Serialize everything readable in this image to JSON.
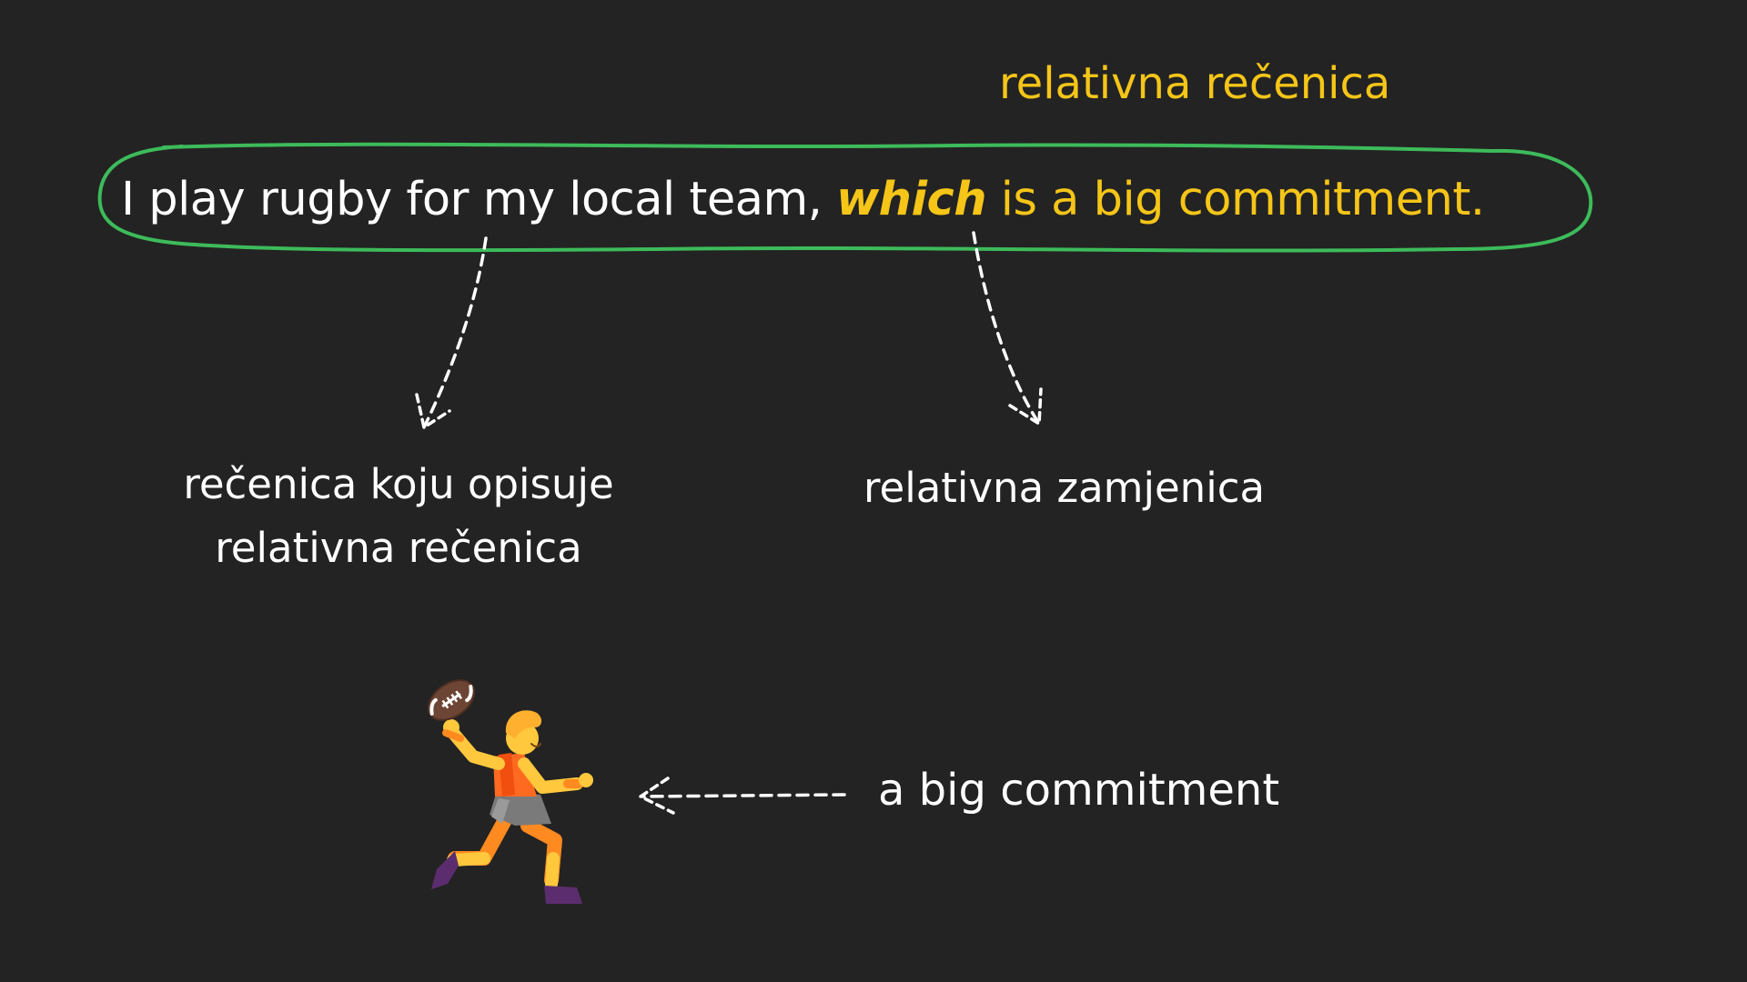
{
  "annotation_top": "relativna rečenica",
  "sentence": {
    "main_part": "I play rugby for my local team, ",
    "pronoun": "which",
    "rest": " is a big commitment."
  },
  "main_clause_label": {
    "line1": "rečenica koju opisuje",
    "line2": "relativna rečenica"
  },
  "pronoun_label": "relativna zamjenica",
  "commitment_label": "a big commitment",
  "icons": {
    "player": "rugby-player-icon"
  },
  "colors": {
    "background": "#232323",
    "highlight": "#f5c518",
    "outline": "#3dbb5a",
    "text": "#ffffff"
  }
}
